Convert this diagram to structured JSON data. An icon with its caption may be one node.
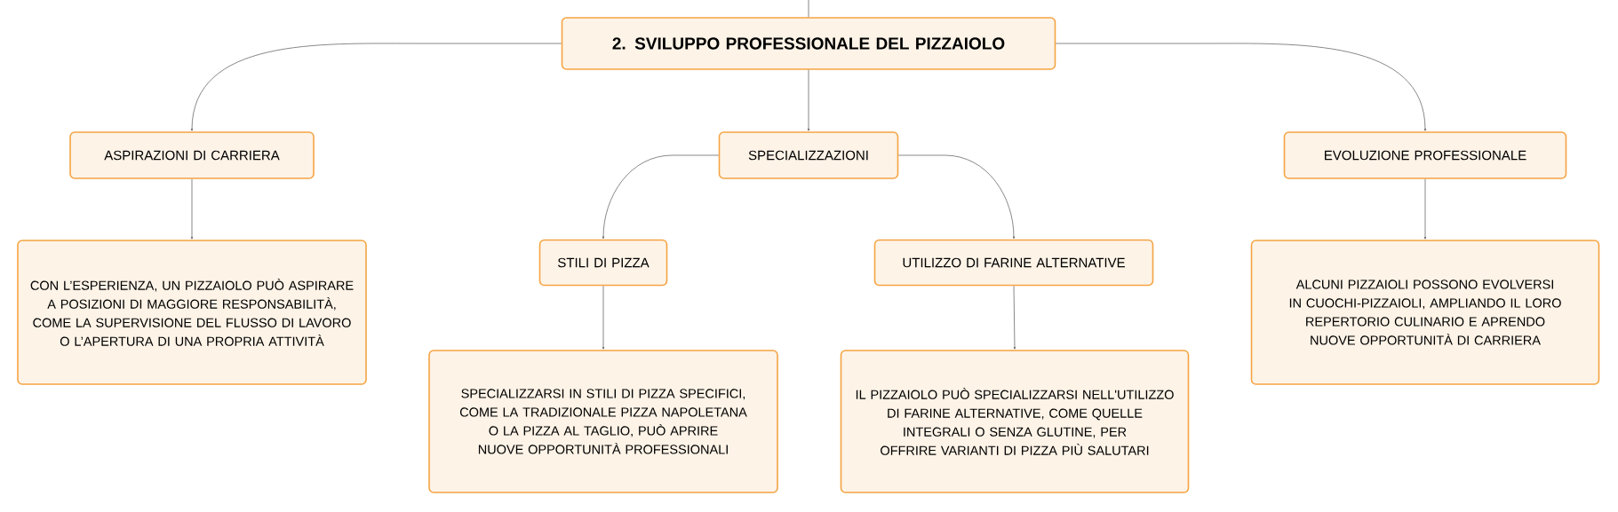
{
  "diagram": {
    "nodes": [
      {
        "text": [
          "2. SVILUPPO PROFESSIONALE DEL PIZZAIOLO"
        ]
      },
      {
        "text": [
          "ASPIRAZIONI DI CARRIERA"
        ]
      },
      {
        "text": [
          "SPECIALIZZAZIONI"
        ]
      },
      {
        "text": [
          "EVOLUZIONE PROFESSIONALE"
        ]
      },
      {
        "text": [
          "CON L’ESPERIENZA, UN PIZZAIOLO PUÒ ASPIRARE A POSIZIONI DI MAGGIORE RESPONSABILITÀ, COME LA SUPERVISIONE DEL FLUSSO DI LAVORO O L’APERTURA DI UNA PROPRIA ATTIVITÀ"
        ]
      },
      {
        "text": [
          "STILI DI PIZZA"
        ]
      },
      {
        "text": [
          "UTILIZZO DI FARINE ALTERNATIVE"
        ]
      },
      {
        "text": [
          "SPECIALIZZARSI IN STILI DI PIZZA SPECIFICI, COME LA TRADIZIONALE PIZZA NAPOLETANA O LA PIZZA AL TAGLIO, PUÒ APRIRE NUOVE OPPORTUNITÀ PROFESSIONALI"
        ]
      },
      {
        "text": [
          "IL PIZZAIOLO PUÒ SPECIALIZZARSI NELL'UTILIZZO DI FARINE ALTERNATIVE, COME QUELLE INTEGRALI O SENZA GLUTINE, PER OFFRIRE VARIANTI DI PIZZA PIÙ SALUTARI"
        ]
      },
      {
        "text": [
          "ALCUNI PIZZAIOLI POSSONO EVOLVERSI IN CUOCHI-PIZZAIOLI, AMPLIANDO IL LORO REPERTORIO CULINARIO E APRENDO NUOVE OPPORTUNITÀ DI CARRIERA"
        ]
      }
    ],
    "edges": [
      {
        "from": null,
        "to": 0,
        "arrow": "none"
      },
      {
        "from": 0,
        "to": 1,
        "arrow": "to"
      },
      {
        "from": 0,
        "to": 2,
        "arrow": "to"
      },
      {
        "from": 0,
        "to": 3,
        "arrow": "to"
      },
      {
        "from": 1,
        "to": 4,
        "arrow": "to"
      },
      {
        "from": 2,
        "to": 5,
        "arrow": "to"
      },
      {
        "from": 2,
        "to": 6,
        "arrow": "to"
      },
      {
        "from": 5,
        "to": 7,
        "arrow": "to"
      },
      {
        "from": 6,
        "to": 8,
        "arrow": "to"
      },
      {
        "from": 3,
        "to": 9,
        "arrow": "to"
      }
    ]
  }
}
